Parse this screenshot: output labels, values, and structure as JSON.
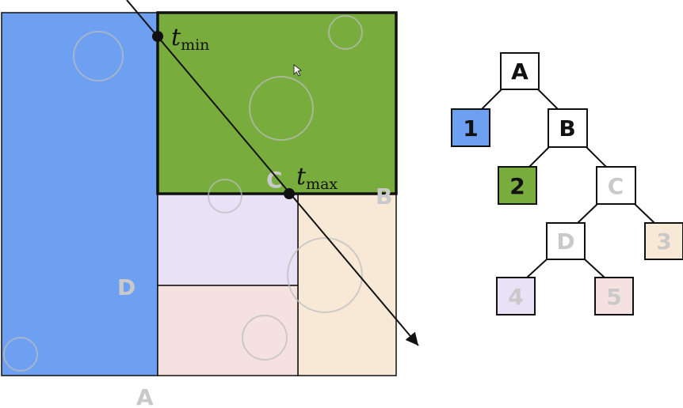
{
  "colors": {
    "leaf1": "#6ea0f2",
    "leaf2": "#78ad3e",
    "leaf3": "#f7e9d6",
    "leaf4": "#e9e1f6",
    "leaf5": "#f5e2e0",
    "node_border_dark": "#111111",
    "node_border_light": "#c8c8c8",
    "faded_text": "#c9c9c9"
  },
  "regions": {
    "A": "A",
    "B": "B",
    "C": "C",
    "D": "D"
  },
  "ray": {
    "t_symbol": "t",
    "t_min_sub": "min",
    "t_max_sub": "max"
  },
  "tree": {
    "A": "A",
    "B": "B",
    "C": "C",
    "D": "D",
    "leaf1": "1",
    "leaf2": "2",
    "leaf3": "3",
    "leaf4": "4",
    "leaf5": "5"
  }
}
